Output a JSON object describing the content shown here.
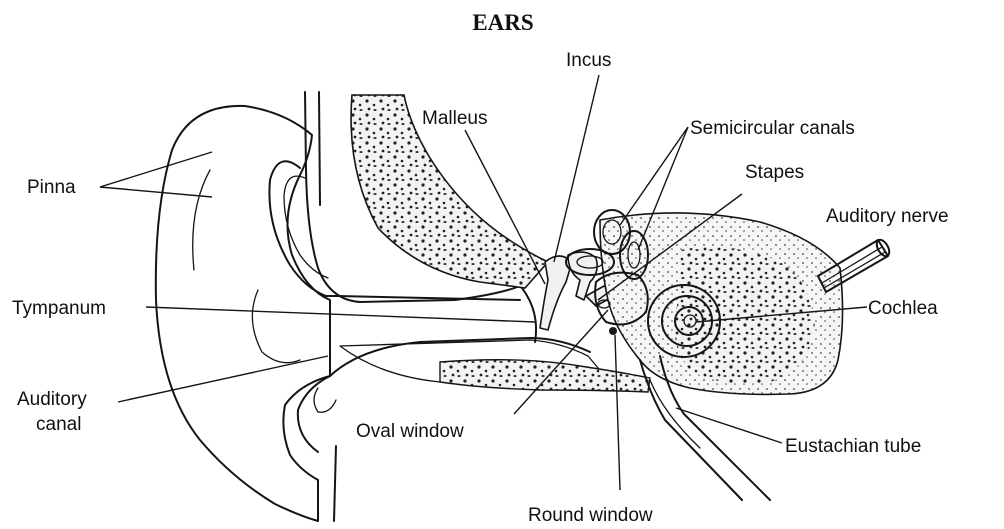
{
  "title": "EARS",
  "labels": {
    "incus": "Incus",
    "malleus": "Malleus",
    "semicircular_canals": "Semicircular canals",
    "stapes": "Stapes",
    "auditory_nerve": "Auditory nerve",
    "pinna": "Pinna",
    "tympanum": "Tympanum",
    "cochlea": "Cochlea",
    "auditory_canal_line1": "Auditory",
    "auditory_canal_line2": "canal",
    "oval_window": "Oval window",
    "eustachian_tube": "Eustachian tube",
    "round_window": "Round window"
  }
}
